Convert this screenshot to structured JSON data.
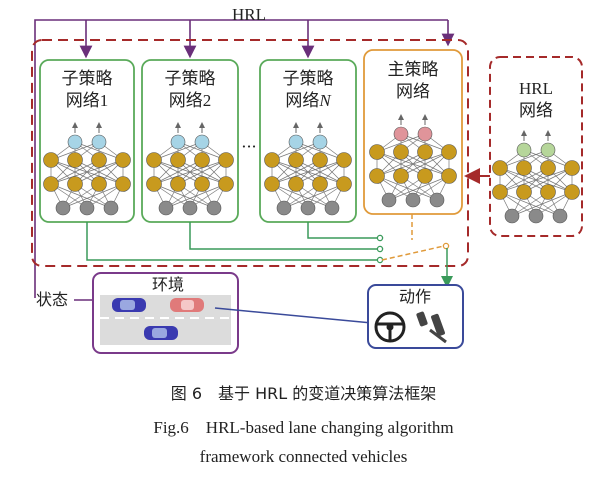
{
  "diagram": {
    "hrl_top_label": "HRL",
    "state_label": "状态",
    "sub_networks": [
      {
        "line1": "子策略",
        "line2": "网络",
        "suffix": "1",
        "suffix_italic": false
      },
      {
        "line1": "子策略",
        "line2": "网络",
        "suffix": "2",
        "suffix_italic": false
      },
      {
        "line1": "子策略",
        "line2": "网络",
        "suffix": "N",
        "suffix_italic": true
      }
    ],
    "ellipsis": "···",
    "main_network": {
      "line1": "主策略",
      "line2": "网络"
    },
    "hrl_network": {
      "line1": "HRL",
      "line2": "网络"
    },
    "environment_label": "环境",
    "action_label": "动作"
  },
  "colors": {
    "dashed_border": "#a52a2a",
    "sub_box_border": "#5aaa5a",
    "main_box_border": "#e09a3a",
    "hrl_arrow": "#6a2f7a",
    "env_border": "#7a3a8a",
    "action_border": "#3a4a9a",
    "node_yellow": "#c89a1e",
    "node_gray": "#8a8a8a",
    "out_blue": "#a6d4e6",
    "out_pink": "#e0949a",
    "out_green": "#b6d69a"
  },
  "caption": {
    "zh": "图 6　基于 HRL 的变道决策算法框架",
    "en_line1": "Fig.6　HRL-based lane changing algorithm",
    "en_line2": "framework connected vehicles"
  }
}
